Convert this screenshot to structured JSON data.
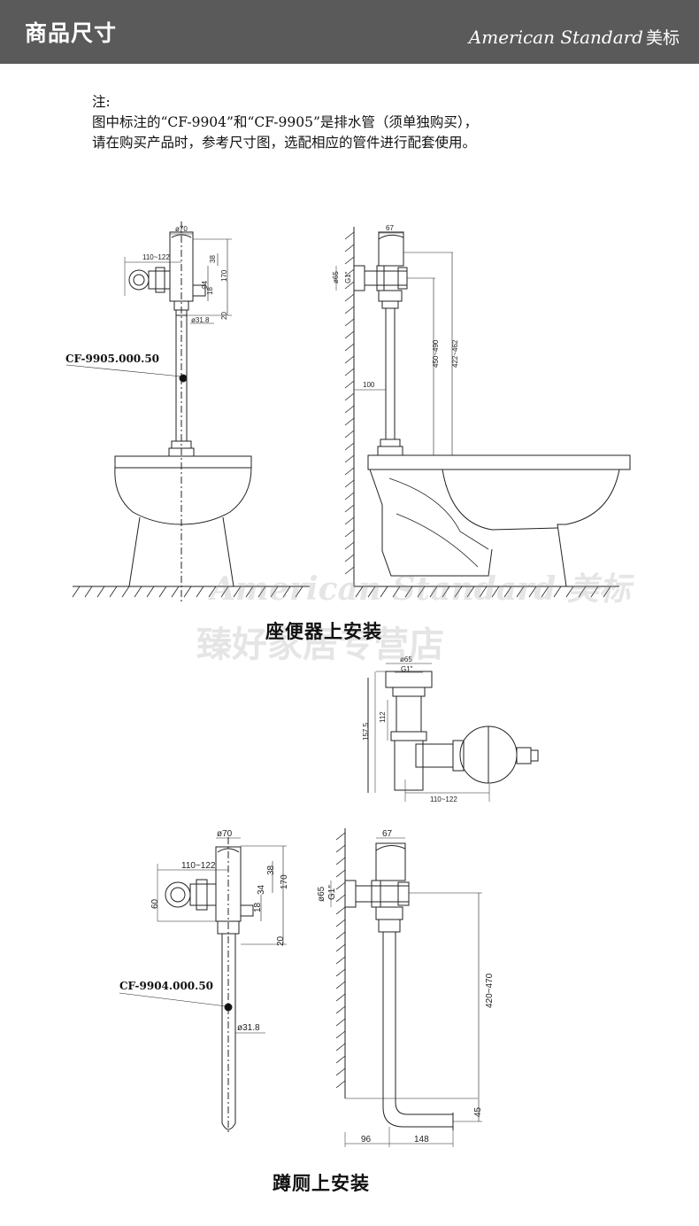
{
  "header": {
    "title": "商品尺寸",
    "brand": "American Standard",
    "brand_cn": "美标",
    "background": "#5a5a5a"
  },
  "note": {
    "heading": "注:",
    "line1": "图中标注的“CF-9904”和“CF-9905”是排水管（须单独购买），",
    "line2": "请在购买产品时，参考尺寸图，选配相应的管件进行配套使用。"
  },
  "watermark": {
    "brand": "American Standard 美标",
    "shop": "臻好家居专营店"
  },
  "section_toilet": {
    "caption": "座便器上安装",
    "callout": "CF-9905.000.50",
    "front_dims": [
      "ø70",
      "110~122",
      "38",
      "170",
      "18",
      "94",
      "20",
      "ø31.8"
    ],
    "side_dims": [
      "67",
      "ø65",
      "G1\"",
      "100",
      "450~490",
      "422~462"
    ]
  },
  "section_valve": {
    "dims": [
      "ø65",
      "G1\"",
      "112",
      "157.5",
      "110~122"
    ]
  },
  "section_squat": {
    "caption": "蹲厕上安装",
    "callout": "CF-9904.000.50",
    "front_dims": [
      "ø70",
      "110~122",
      "38",
      "170",
      "34",
      "18",
      "60",
      "20",
      "ø31.8"
    ],
    "side_dims": [
      "67",
      "ø65",
      "G1\"",
      "420~470",
      "45",
      "96",
      "148"
    ]
  }
}
